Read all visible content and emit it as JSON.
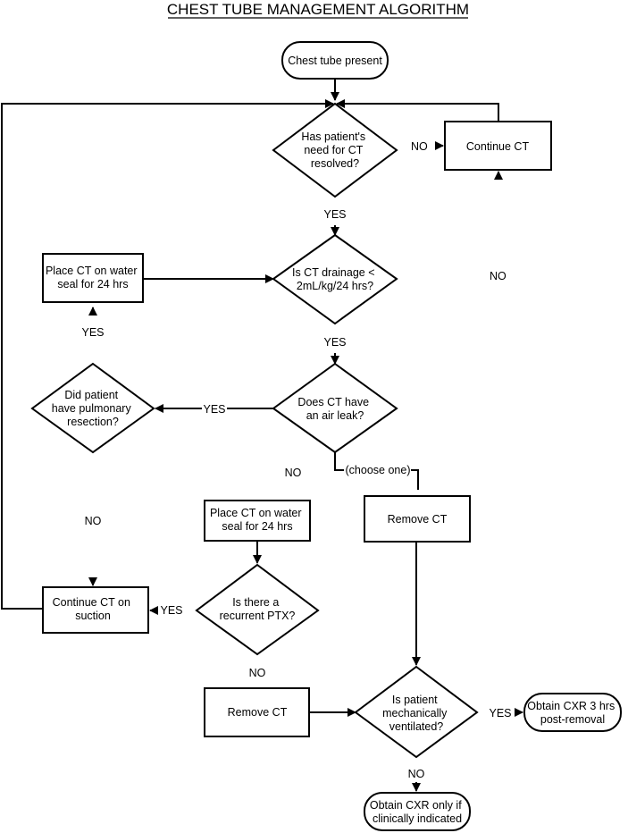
{
  "title": "CHEST TUBE MANAGEMENT ALGORITHM",
  "nodes": {
    "start": [
      "Chest tube present"
    ],
    "q_resolved": [
      "Has patient's",
      "need for CT",
      "resolved?"
    ],
    "continue_ct": [
      "Continue CT"
    ],
    "q_drainage": [
      "Is CT drainage <",
      "2mL/kg/24 hrs?"
    ],
    "water_seal_1": [
      "Place CT on water",
      "seal for 24 hrs"
    ],
    "q_air_leak": [
      "Does CT have",
      "an air leak?"
    ],
    "q_resection": [
      "Did patient",
      "have pulmonary",
      "resection?"
    ],
    "water_seal_2": [
      "Place CT on water",
      "seal for 24 hrs"
    ],
    "remove_ct_right": [
      "Remove CT"
    ],
    "continue_suction": [
      "Continue CT on",
      "suction"
    ],
    "q_ptx": [
      "Is there a",
      "recurrent PTX?"
    ],
    "remove_ct_left": [
      "Remove CT"
    ],
    "q_ventilated": [
      "Is patient",
      "mechanically",
      "ventilated?"
    ],
    "cxr_3hrs": [
      "Obtain CXR 3 hrs",
      "post-removal"
    ],
    "cxr_indicated": [
      "Obtain CXR only if",
      "clinically indicated"
    ]
  },
  "edge_labels": {
    "resolved_no": "NO",
    "resolved_yes": "YES",
    "drainage_no": "NO",
    "drainage_yes_left": "YES",
    "drainage_yes_down": "YES",
    "air_leak_yes": "YES",
    "air_leak_no": "NO",
    "choose_one": "(choose one)",
    "resection_no": "NO",
    "ptx_yes": "YES",
    "ptx_no": "NO",
    "ventilated_yes": "YES",
    "ventilated_no": "NO"
  }
}
